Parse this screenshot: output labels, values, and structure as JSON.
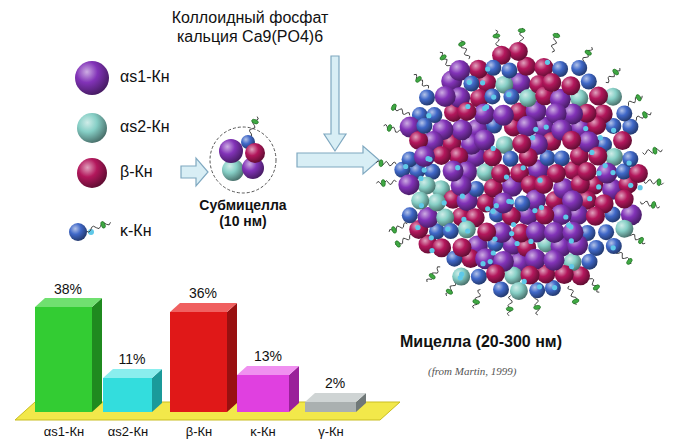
{
  "diagram": {
    "nodes": [
      {
        "text": [
          "Субмицелла (10 нм)"
        ]
      },
      {
        "text": [
          "Мицелла (20-300 нм)"
        ]
      }
    ],
    "edges": [
      {
        "from": 0,
        "to": 1,
        "arrow": "to"
      }
    ],
    "labels": [
      "Коллоидный фосфат кальция Ca9(PO4)6",
      "38%",
      "11%",
      "36%",
      "13%",
      "2%",
      "αs1-Кн",
      "αs2-Кн",
      "β-Кн",
      "κ-Кн",
      "γ-Кн",
      "(from Martin, 1999)"
    ],
    "legend": [
      {
        "text": "αs1-Кн",
        "color": "#8233b8"
      },
      {
        "text": "αs2-Кн",
        "color": "#86cfc6"
      },
      {
        "text": "β-Кн",
        "color": "#b3175c"
      },
      {
        "text": "κ-Кн",
        "color": "#4068c8"
      }
    ]
  }
}
